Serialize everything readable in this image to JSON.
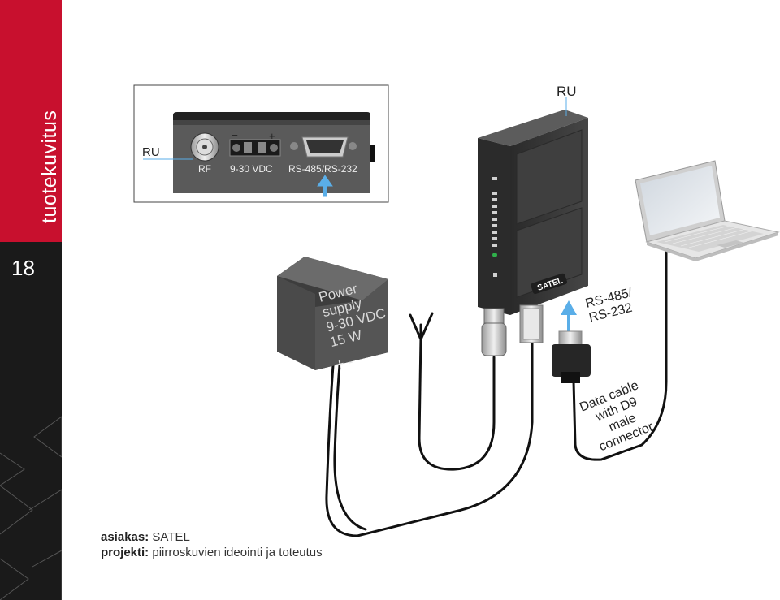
{
  "sidebar": {
    "section_title": "tuotekuvitus",
    "page_number": "18",
    "accent_color": "#c8102e",
    "dark_color": "#1a1a1a"
  },
  "inset": {
    "ru_label": "RU",
    "port_rf": "RF",
    "port_power": "9-30 VDC",
    "port_serial": "RS-485/RS-232",
    "power_minus": "–",
    "power_plus": "+"
  },
  "device": {
    "ru_label": "RU",
    "brand": "SATEL"
  },
  "power_supply": {
    "line1": "Power",
    "line2": "supply",
    "line3": "9-30 VDC",
    "line4": "15 W",
    "terminals": "+ -"
  },
  "serial_label": {
    "line1": "RS-485/",
    "line2": "RS-232"
  },
  "cable_label": {
    "line1": "Data cable",
    "line2": "with D9",
    "line3": "male",
    "line4": "connector"
  },
  "credits": {
    "client_key": "asiakas:",
    "client_value": "SATEL",
    "project_key": "projekti:",
    "project_value": "piirroskuvien ideointi ja toteutus"
  },
  "colors": {
    "arrow": "#5aaee8",
    "device_body": "#3a3a3a"
  },
  "icons": [
    "antenna-icon",
    "laptop-icon",
    "power-supply-icon",
    "d9-connector-icon",
    "arrow-up-icon"
  ]
}
